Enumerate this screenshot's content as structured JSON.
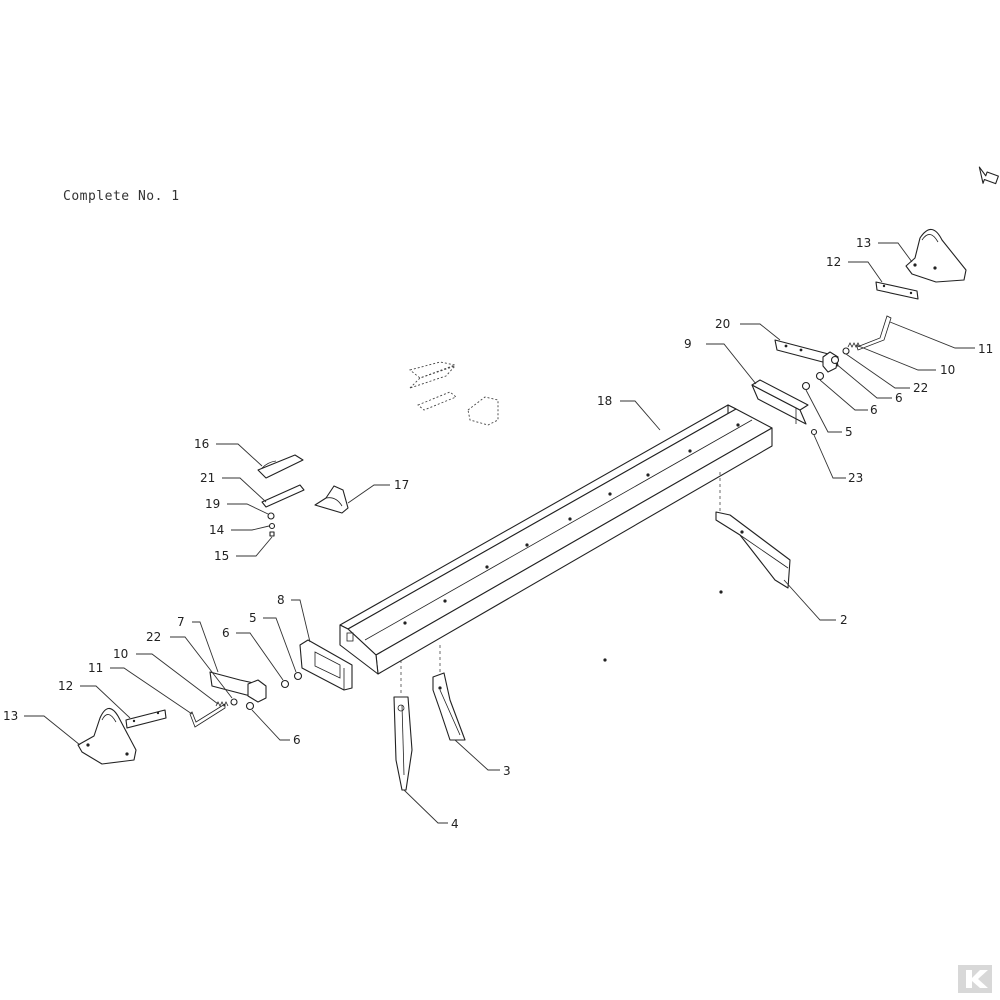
{
  "title": "Complete No. 1",
  "callouts": [
    {
      "id": "c13a",
      "label": "13"
    },
    {
      "id": "c12a",
      "label": "12"
    },
    {
      "id": "c20",
      "label": "20"
    },
    {
      "id": "c11a",
      "label": "11"
    },
    {
      "id": "c10a",
      "label": "10"
    },
    {
      "id": "c22a",
      "label": "22"
    },
    {
      "id": "c6a",
      "label": "6"
    },
    {
      "id": "c6b",
      "label": "6"
    },
    {
      "id": "c9",
      "label": "9"
    },
    {
      "id": "c5a",
      "label": "5"
    },
    {
      "id": "c23",
      "label": "23"
    },
    {
      "id": "c18",
      "label": "18"
    },
    {
      "id": "c16",
      "label": "16"
    },
    {
      "id": "c21",
      "label": "21"
    },
    {
      "id": "c19",
      "label": "19"
    },
    {
      "id": "c14",
      "label": "14"
    },
    {
      "id": "c15",
      "label": "15"
    },
    {
      "id": "c17",
      "label": "17"
    },
    {
      "id": "c2",
      "label": "2"
    },
    {
      "id": "c8",
      "label": "8"
    },
    {
      "id": "c5b",
      "label": "5"
    },
    {
      "id": "c6c",
      "label": "6"
    },
    {
      "id": "c7",
      "label": "7"
    },
    {
      "id": "c22b",
      "label": "22"
    },
    {
      "id": "c10b",
      "label": "10"
    },
    {
      "id": "c11b",
      "label": "11"
    },
    {
      "id": "c12b",
      "label": "12"
    },
    {
      "id": "c13b",
      "label": "13"
    },
    {
      "id": "c6d",
      "label": "6"
    },
    {
      "id": "c3",
      "label": "3"
    },
    {
      "id": "c4",
      "label": "4"
    }
  ],
  "icons": {
    "nav": "next-arrow-icon",
    "brand": "kramp-logo-icon"
  },
  "colors": {
    "line": "#222222",
    "background": "#ffffff",
    "logo": "#d8d8d8"
  }
}
